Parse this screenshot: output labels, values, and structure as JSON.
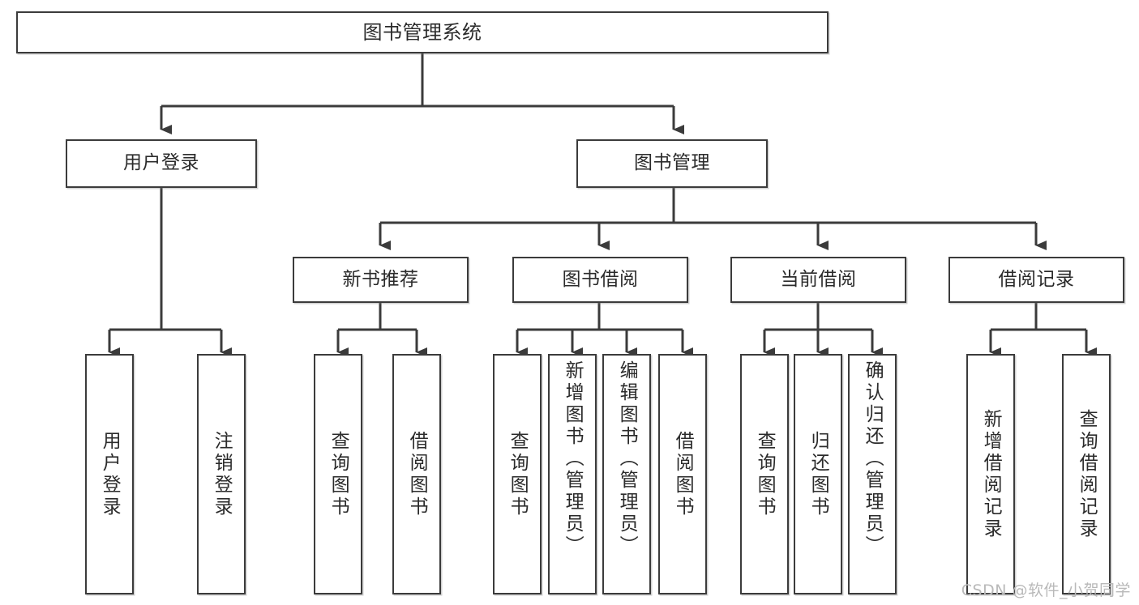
{
  "diagram": {
    "title": "图书管理系统",
    "type": "tree-hierarchy-chart",
    "watermark": "CSDN @软件_小贺同学",
    "colors": {
      "box_border": "#3b3b3b",
      "box_fill": "#ffffff",
      "edge": "#3b3b3b",
      "text": "#2b2b2b",
      "watermark": "#b9b9b9"
    },
    "root": {
      "label": "图书管理系统"
    },
    "level2": [
      {
        "id": "user-login",
        "label": "用户登录"
      },
      {
        "id": "book-manage",
        "label": "图书管理"
      }
    ],
    "level3": [
      {
        "id": "new-book-recommend",
        "label": "新书推荐"
      },
      {
        "id": "book-borrow",
        "label": "图书借阅"
      },
      {
        "id": "current-borrow",
        "label": "当前借阅"
      },
      {
        "id": "borrow-record",
        "label": "借阅记录"
      }
    ],
    "leaves": {
      "user_login": [
        {
          "id": "leaf-user-login",
          "label": "用户登录"
        },
        {
          "id": "leaf-logout-login",
          "label": "注销登录"
        }
      ],
      "new_book_recommend": [
        {
          "id": "leaf-query-book-1",
          "label": "查询图书"
        },
        {
          "id": "leaf-borrow-book-1",
          "label": "借阅图书"
        }
      ],
      "book_borrow": [
        {
          "id": "leaf-query-book-2",
          "label": "查询图书"
        },
        {
          "id": "leaf-add-book",
          "label": "新增图书（管理员）"
        },
        {
          "id": "leaf-edit-book",
          "label": "编辑图书（管理员）"
        },
        {
          "id": "leaf-borrow-book-2",
          "label": "借阅图书"
        }
      ],
      "current_borrow": [
        {
          "id": "leaf-query-book-3",
          "label": "查询图书"
        },
        {
          "id": "leaf-return-book",
          "label": "归还图书"
        },
        {
          "id": "leaf-confirm-return",
          "label": "确认归还（管理员）"
        }
      ],
      "borrow_record": [
        {
          "id": "leaf-add-record",
          "label": "新增借阅记录"
        },
        {
          "id": "leaf-query-record",
          "label": "查询借阅记录"
        }
      ]
    }
  }
}
